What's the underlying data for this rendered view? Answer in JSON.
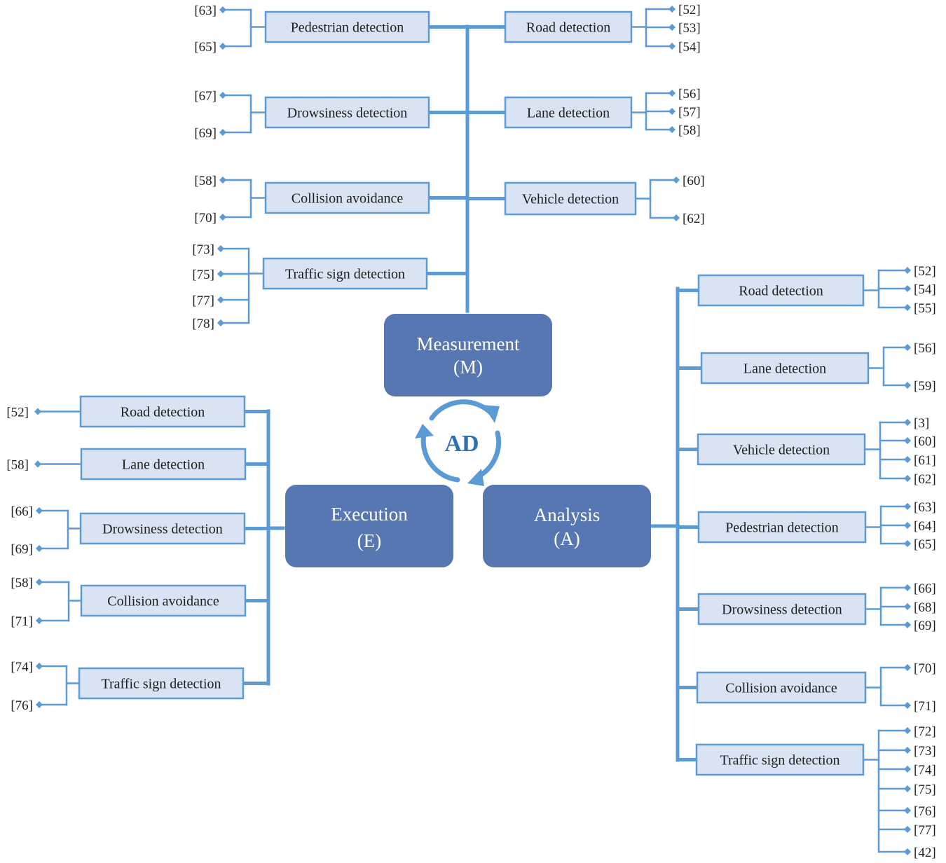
{
  "center": {
    "label": "AD"
  },
  "hubs": {
    "measurement": {
      "title": "Measurement",
      "abbr": "(M)"
    },
    "execution": {
      "title": "Execution",
      "abbr": "(E)"
    },
    "analysis": {
      "title": "Analysis",
      "abbr": "(A)"
    }
  },
  "measurement_left": [
    {
      "label": "Pedestrian detection",
      "refs": [
        "[63]",
        "[65]"
      ]
    },
    {
      "label": "Drowsiness detection",
      "refs": [
        "[67]",
        "[69]"
      ]
    },
    {
      "label": "Collision avoidance",
      "refs": [
        "[58]",
        "[70]"
      ]
    },
    {
      "label": "Traffic sign detection",
      "refs": [
        "[73]",
        "[75]",
        "[77]",
        "[78]"
      ]
    }
  ],
  "measurement_right": [
    {
      "label": "Road detection",
      "refs": [
        "[52]",
        "[53]",
        "[54]"
      ]
    },
    {
      "label": "Lane detection",
      "refs": [
        "[56]",
        "[57]",
        "[58]"
      ]
    },
    {
      "label": "Vehicle detection",
      "refs": [
        "[60]",
        "[62]"
      ]
    }
  ],
  "execution": [
    {
      "label": "Road detection",
      "refs": [
        "[52]"
      ]
    },
    {
      "label": "Lane detection",
      "refs": [
        "[58]"
      ]
    },
    {
      "label": "Drowsiness detection",
      "refs": [
        "[66]",
        "[69]"
      ]
    },
    {
      "label": "Collision avoidance",
      "refs": [
        "[58]",
        "[71]"
      ]
    },
    {
      "label": "Traffic sign detection",
      "refs": [
        "[74]",
        "[76]"
      ]
    }
  ],
  "analysis": [
    {
      "label": "Road detection",
      "refs": [
        "[52]",
        "[54]",
        "[55]"
      ]
    },
    {
      "label": "Lane detection",
      "refs": [
        "[56]",
        "[59]"
      ]
    },
    {
      "label": "Vehicle detection",
      "refs": [
        "[3]",
        "[60]",
        "[61]",
        "[62]"
      ]
    },
    {
      "label": "Pedestrian detection",
      "refs": [
        "[63]",
        "[64]",
        "[65]"
      ]
    },
    {
      "label": "Drowsiness detection",
      "refs": [
        "[66]",
        "[68]",
        "[69]"
      ]
    },
    {
      "label": "Collision avoidance",
      "refs": [
        "[70]",
        "[71]"
      ]
    },
    {
      "label": "Traffic sign detection",
      "refs": [
        "[72]",
        "[73]",
        "[74]",
        "[75]",
        "[76]",
        "[77]",
        "[42]"
      ]
    }
  ],
  "colors": {
    "line": "#5b9bd5",
    "box_fill": "#dae3f3",
    "box_stroke": "#5b9bd5",
    "hub_fill": "#5677b1",
    "cycle_arrow": "#5b9bd5",
    "ad_text": "#2e6fb3"
  }
}
